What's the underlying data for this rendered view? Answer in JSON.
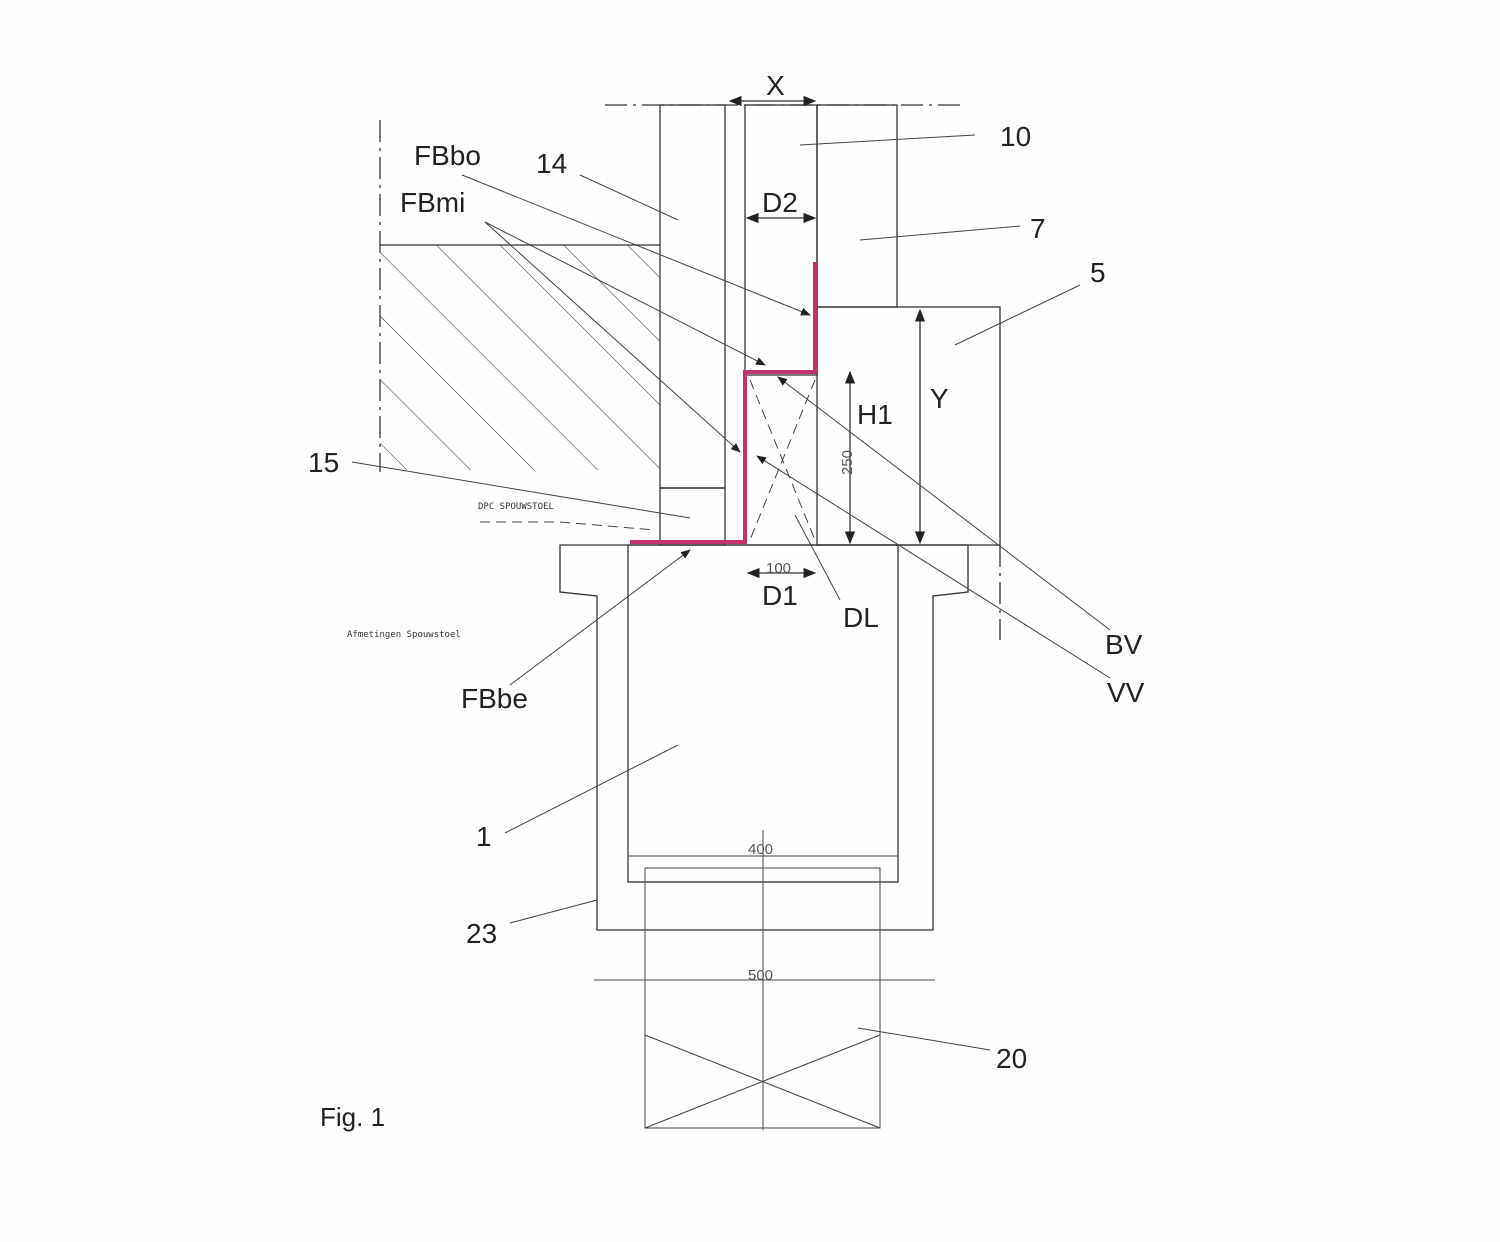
{
  "figure": {
    "caption": "Fig. 1",
    "colors": {
      "membrane": "#c2336e",
      "line": "#333333"
    }
  },
  "labels": {
    "x": "X",
    "d2": "D2",
    "ten": "10",
    "fbbo": "FBbo",
    "fourteen": "14",
    "fbmi": "FBmi",
    "seven": "7",
    "five": "5",
    "y": "Y",
    "h1": "H1",
    "fifteen": "15",
    "bv": "BV",
    "vv": "VV",
    "dl": "DL",
    "d1": "D1",
    "fbbe": "FBbe",
    "one": "1",
    "twentythree": "23",
    "twenty": "20"
  },
  "annotations": {
    "dpc": "DPC SPOUWSTOEL",
    "afmetingen": "Afmetingen Spouwstoel"
  },
  "dimensions": {
    "d250": "250",
    "d100": "100",
    "d400": "400",
    "d500": "500"
  }
}
